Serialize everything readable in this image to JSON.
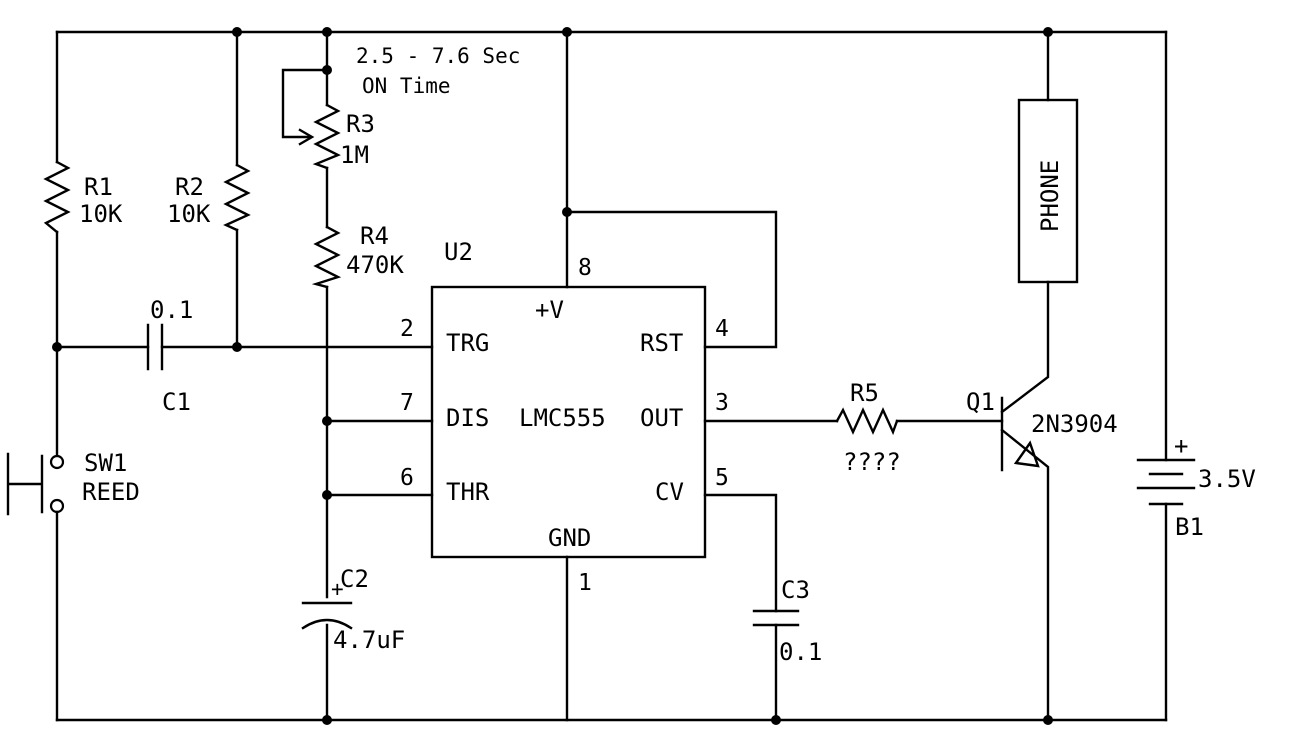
{
  "labels": {
    "r1_ref": "R1",
    "r1_val": "10K",
    "r2_ref": "R2",
    "r2_val": "10K",
    "r3_ref": "R3",
    "r3_val": "1M",
    "r4_ref": "R4",
    "r4_val": "470K",
    "note_line1": "2.5 - 7.6 Sec",
    "note_line2": "ON Time",
    "u2_ref": "U2",
    "c1_val": "0.1",
    "c1_ref": "C1",
    "sw1_ref": "SW1",
    "sw1_val": "REED",
    "c2_ref": "C2",
    "c2_val": "4.7uF",
    "c3_ref": "C3",
    "c3_val": "0.1",
    "r5_ref": "R5",
    "r5_val": "????",
    "q1_ref": "Q1",
    "q1_val": "2N3904",
    "phone": "PHONE",
    "b1_ref": "B1",
    "b1_val": "3.5V",
    "b1_plus": "+"
  },
  "ic": {
    "name": "LMC555",
    "pins": {
      "vcc": {
        "num": "8",
        "name": "+V"
      },
      "trg": {
        "num": "2",
        "name": "TRG"
      },
      "dis": {
        "num": "7",
        "name": "DIS"
      },
      "thr": {
        "num": "6",
        "name": "THR"
      },
      "rst": {
        "num": "4",
        "name": "RST"
      },
      "out": {
        "num": "3",
        "name": "OUT"
      },
      "cv": {
        "num": "5",
        "name": "CV"
      },
      "gnd": {
        "num": "1",
        "name": "GND"
      }
    }
  },
  "colors": {
    "ink": "#000000",
    "paper": "#ffffff"
  }
}
